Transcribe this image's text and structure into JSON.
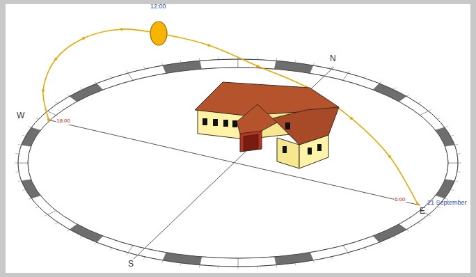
{
  "diagram": {
    "labels": [
      "12:00",
      "W",
      "N",
      "S",
      "E",
      "18:00",
      "6:00",
      "21 September"
    ]
  }
}
